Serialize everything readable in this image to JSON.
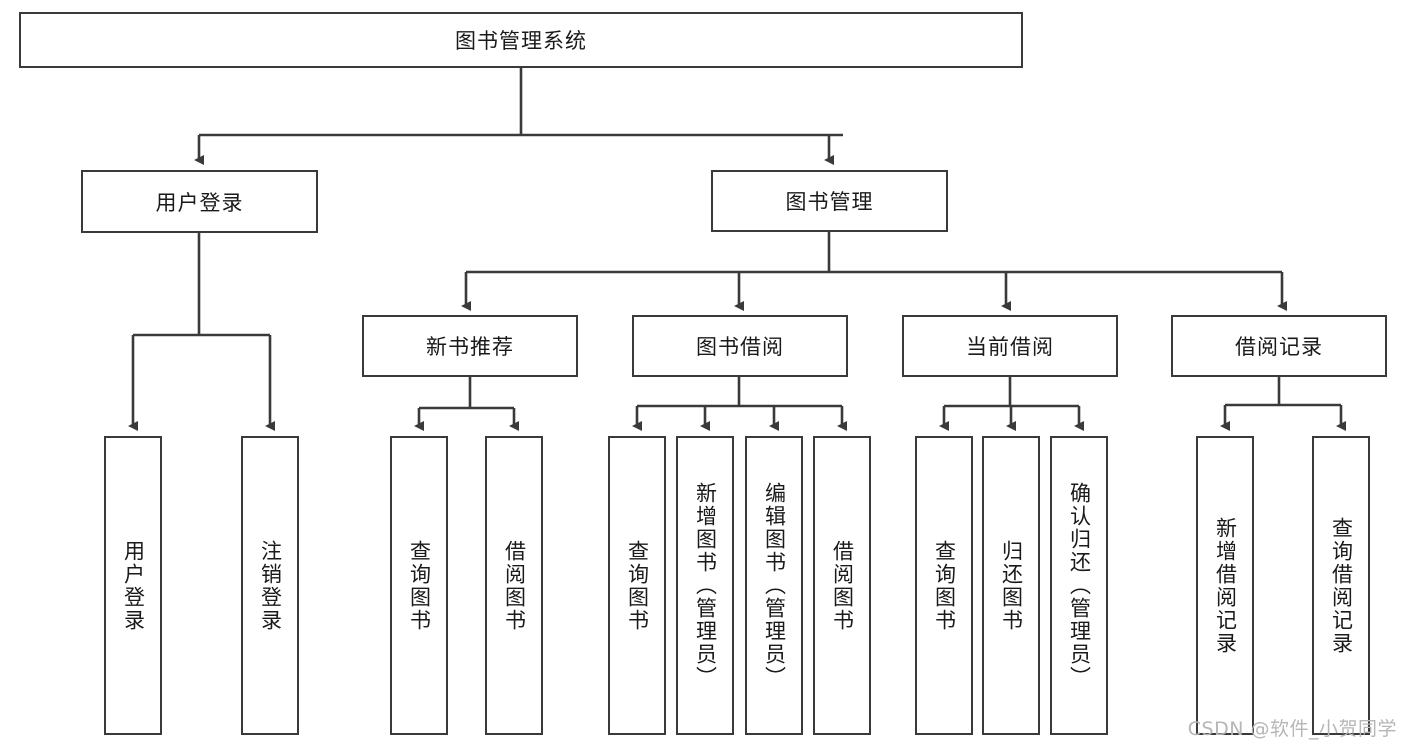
{
  "diagram": {
    "title": "图书管理系统",
    "type": "tree-hierarchy-diagram",
    "accent_color": "#3a3a3a",
    "background_color": "#ffffff",
    "root": {
      "label": "图书管理系统"
    },
    "level2": [
      {
        "label": "用户登录"
      },
      {
        "label": "图书管理"
      }
    ],
    "level3": [
      {
        "label": "新书推荐"
      },
      {
        "label": "图书借阅"
      },
      {
        "label": "当前借阅"
      },
      {
        "label": "借阅记录"
      }
    ],
    "leaves": {
      "user_login": [
        {
          "label": "用户登录"
        },
        {
          "label": "注销登录"
        }
      ],
      "new_book_recommend": [
        {
          "label": "查询图书"
        },
        {
          "label": "借阅图书"
        }
      ],
      "book_borrow": [
        {
          "label": "查询图书"
        },
        {
          "label": "新增图书（管理员）"
        },
        {
          "label": "编辑图书（管理员）"
        },
        {
          "label": "借阅图书"
        }
      ],
      "current_borrow": [
        {
          "label": "查询图书"
        },
        {
          "label": "归还图书"
        },
        {
          "label": "确认归还（管理员）"
        }
      ],
      "borrow_record": [
        {
          "label": "新增借阅记录"
        },
        {
          "label": "查询借阅记录"
        }
      ]
    }
  },
  "watermark": {
    "text": "CSDN @软件_小贺同学"
  }
}
